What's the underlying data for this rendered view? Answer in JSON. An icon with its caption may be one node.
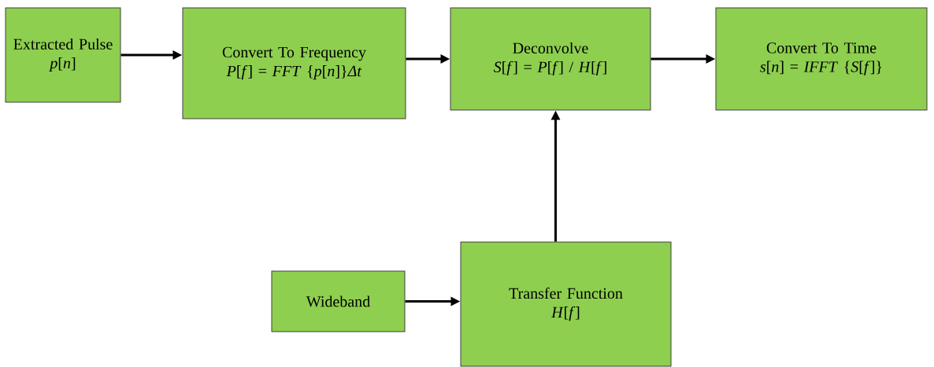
{
  "diagram": {
    "nodes": [
      {
        "text": [
          "Extracted Pulse",
          "*p*[*n*]"
        ]
      },
      {
        "text": [
          "Convert To Frequency",
          "*P*[*f*] = *FFT* {*p*[*n*]}*Δt*"
        ]
      },
      {
        "text": [
          "Deconvolve",
          "*S*[*f*] = *P*[*f*] / *H*[*f*]"
        ]
      },
      {
        "text": [
          "Convert To Time",
          "*s*[*n*] = *IFFT* {*S*[*f*]}"
        ]
      },
      {
        "text": [
          "Wideband"
        ]
      },
      {
        "text": [
          "Transfer Function",
          "*H*[*f*]"
        ]
      }
    ],
    "edges": [
      {
        "from": 0,
        "to": 1,
        "arrow": "to"
      },
      {
        "from": 1,
        "to": 2,
        "arrow": "to"
      },
      {
        "from": 2,
        "to": 3,
        "arrow": "to"
      },
      {
        "from": 5,
        "to": 2,
        "arrow": "to"
      },
      {
        "from": 4,
        "to": 5,
        "arrow": "to"
      }
    ]
  }
}
